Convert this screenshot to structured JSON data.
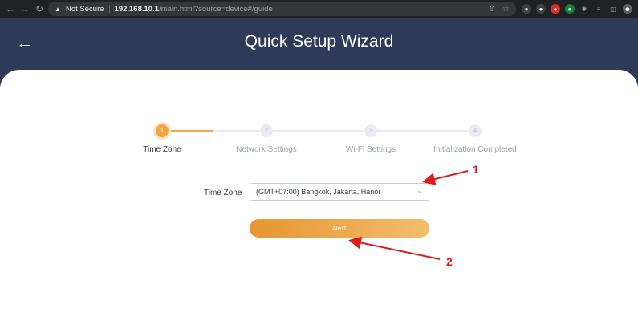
{
  "browser": {
    "not_secure_label": "Not Secure",
    "url_host": "192.168.10.1",
    "url_path": "/main.html?source=device#/guide"
  },
  "header": {
    "title": "Quick Setup Wizard"
  },
  "stepper": {
    "steps": [
      {
        "number": "1",
        "label": "Time Zone",
        "active": true
      },
      {
        "number": "2",
        "label": "Network Settings",
        "active": false
      },
      {
        "number": "3",
        "label": "Wi-Fi Settings",
        "active": false
      },
      {
        "number": "4",
        "label": "Initialization Completed",
        "active": false
      }
    ]
  },
  "form": {
    "time_zone_label": "Time Zone",
    "time_zone_value": "(GMT+07:00) Bangkok, Jakarta, Hanoi",
    "next_label": "Next"
  },
  "annotations": {
    "label_1": "1",
    "label_2": "2",
    "color": "#e0191a"
  },
  "colors": {
    "header_bg": "#2f3a59",
    "accent": "#f0a646"
  }
}
